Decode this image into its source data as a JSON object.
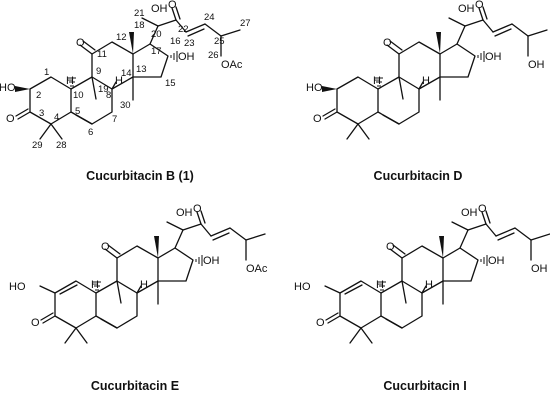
{
  "compounds": [
    {
      "name": "Cucurbitacin B (1)"
    },
    {
      "name": "Cucurbitacin D"
    },
    {
      "name": "Cucurbitacin E"
    },
    {
      "name": "Cucurbitacin I"
    }
  ],
  "atoms": {
    "ho": "HO",
    "o": "O",
    "oh": "OH",
    "oac": "OAc",
    "h": "H"
  },
  "numbering": [
    "1",
    "2",
    "3",
    "4",
    "5",
    "6",
    "7",
    "8",
    "9",
    "10",
    "11",
    "12",
    "13",
    "14",
    "15",
    "16",
    "17",
    "18",
    "19",
    "20",
    "21",
    "22",
    "23",
    "24",
    "25",
    "26",
    "27",
    "28",
    "29",
    "30"
  ]
}
